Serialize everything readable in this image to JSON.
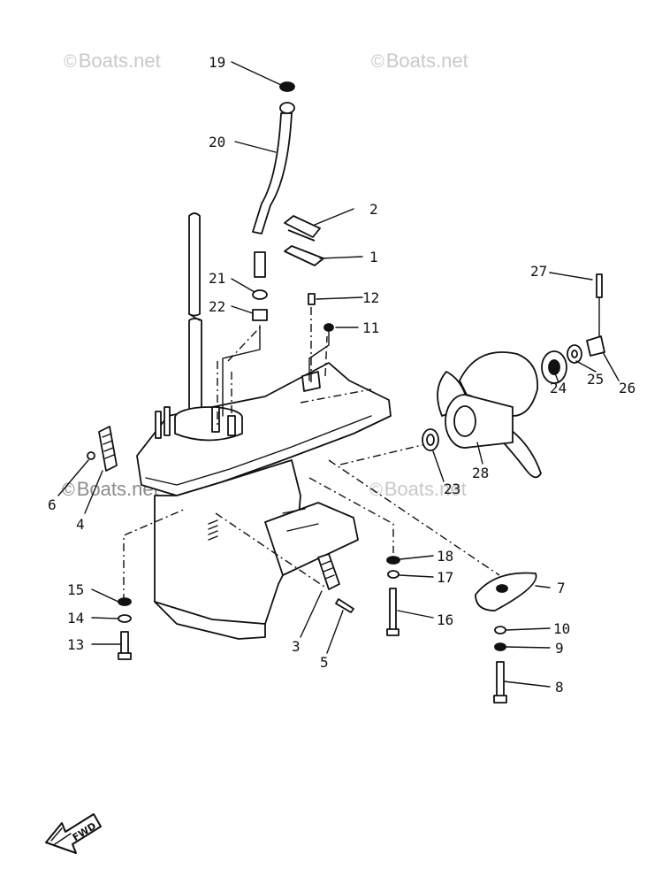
{
  "watermark": {
    "copyright_symbol": "©",
    "text": "Boats.net"
  },
  "callouts": [
    "1",
    "2",
    "3",
    "4",
    "5",
    "6",
    "7",
    "8",
    "9",
    "10",
    "11",
    "12",
    "13",
    "14",
    "15",
    "16",
    "17",
    "18",
    "19",
    "20",
    "21",
    "22",
    "23",
    "24",
    "25",
    "26",
    "27",
    "28"
  ],
  "fwd_label": "FWD"
}
